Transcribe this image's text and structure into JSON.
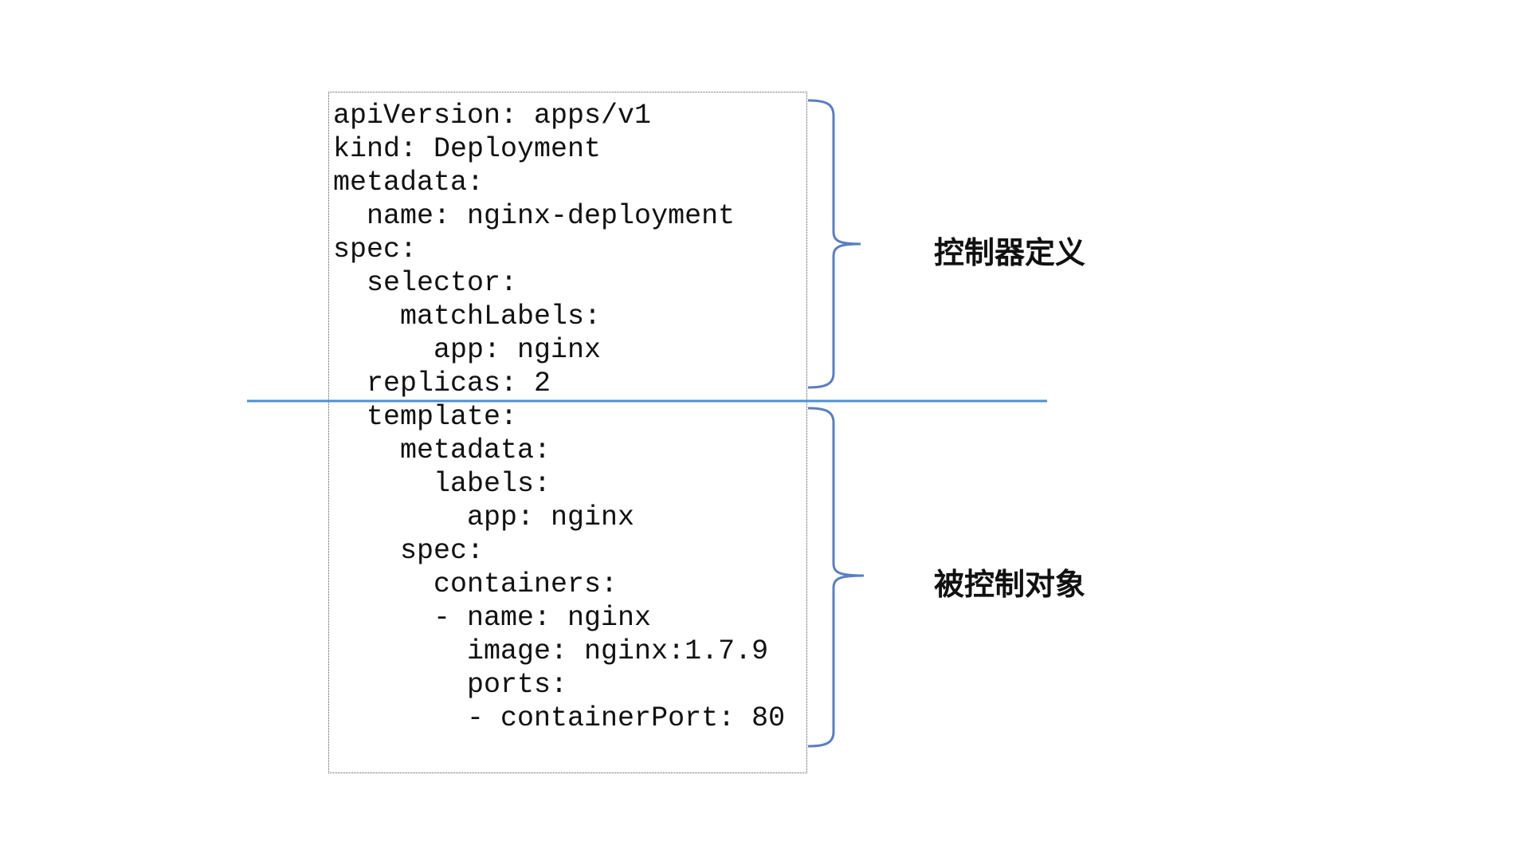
{
  "code_lines": [
    "apiVersion: apps/v1",
    "kind: Deployment",
    "metadata:",
    "  name: nginx-deployment",
    "spec:",
    "  selector:",
    "    matchLabels:",
    "      app: nginx",
    "  replicas: 2",
    "  template:",
    "    metadata:",
    "      labels:",
    "        app: nginx",
    "    spec:",
    "      containers:",
    "      - name: nginx",
    "        image: nginx:1.7.9",
    "        ports:",
    "        - containerPort: 80"
  ],
  "labels": {
    "controller_definition": "控制器定义",
    "controlled_object": "被控制对象"
  },
  "colors": {
    "bracket": "#5a7fbe",
    "divider": "#4a90d9"
  }
}
